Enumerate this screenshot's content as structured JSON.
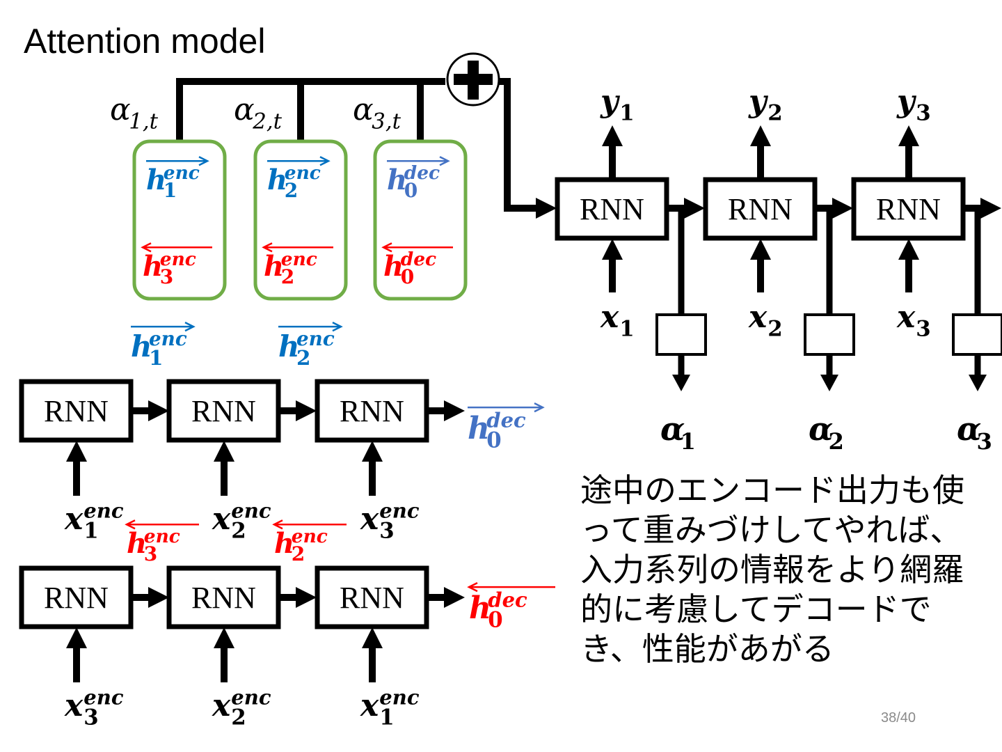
{
  "slide": {
    "title": "Attention model",
    "page_number": "38/40",
    "note": "途中のエンコード出力も使って重みづけしてやれば、入力系列の情報をより網羅的に考慮してデコードでき、性能があがる"
  },
  "colors": {
    "forward_blue": "#0070c0",
    "decoder_blue": "#4472c4",
    "backward_red": "#ff0000",
    "group_green": "#70ad47",
    "line_black": "#000000"
  },
  "rnn_label": "RNN",
  "attention": {
    "sum_symbol": "plus-circle",
    "weights": [
      {
        "base": "α",
        "sub": "1,t"
      },
      {
        "base": "α",
        "sub": "2,t"
      },
      {
        "base": "α",
        "sub": "3,t"
      }
    ],
    "groups": [
      {
        "top": {
          "base": "h",
          "sup": "enc",
          "sub": "1",
          "arrow": "right"
        },
        "bottom": {
          "base": "h",
          "sup": "enc",
          "sub": "3",
          "arrow": "left"
        }
      },
      {
        "top": {
          "base": "h",
          "sup": "enc",
          "sub": "2",
          "arrow": "right"
        },
        "bottom": {
          "base": "h",
          "sup": "enc",
          "sub": "2",
          "arrow": "left"
        }
      },
      {
        "top": {
          "base": "h",
          "sup": "dec",
          "sub": "0",
          "arrow": "right"
        },
        "bottom": {
          "base": "h",
          "sup": "dec",
          "sub": "0",
          "arrow": "left"
        }
      }
    ]
  },
  "decoder": {
    "outputs": [
      {
        "base": "y",
        "sub": "1"
      },
      {
        "base": "y",
        "sub": "2"
      },
      {
        "base": "y",
        "sub": "3"
      }
    ],
    "inputs": [
      {
        "base": "x",
        "sub": "1"
      },
      {
        "base": "x",
        "sub": "2"
      },
      {
        "base": "x",
        "sub": "3"
      }
    ],
    "alphas": [
      {
        "base": "α",
        "sub": "1"
      },
      {
        "base": "α",
        "sub": "2"
      },
      {
        "base": "α",
        "sub": "3"
      }
    ]
  },
  "forward_encoder": {
    "hidden_labels": [
      {
        "base": "h",
        "sup": "enc",
        "sub": "1"
      },
      {
        "base": "h",
        "sup": "enc",
        "sub": "2"
      }
    ],
    "final_label": {
      "base": "h",
      "sup": "dec",
      "sub": "0"
    },
    "inputs": [
      {
        "base": "x",
        "sup": "enc",
        "sub": "1"
      },
      {
        "base": "x",
        "sup": "enc",
        "sub": "2"
      },
      {
        "base": "x",
        "sup": "enc",
        "sub": "3"
      }
    ]
  },
  "backward_encoder": {
    "hidden_labels": [
      {
        "base": "h",
        "sup": "enc",
        "sub": "3"
      },
      {
        "base": "h",
        "sup": "enc",
        "sub": "2"
      }
    ],
    "final_label": {
      "base": "h",
      "sup": "dec",
      "sub": "0"
    },
    "inputs": [
      {
        "base": "x",
        "sup": "enc",
        "sub": "3"
      },
      {
        "base": "x",
        "sup": "enc",
        "sub": "2"
      },
      {
        "base": "x",
        "sup": "enc",
        "sub": "1"
      }
    ]
  }
}
